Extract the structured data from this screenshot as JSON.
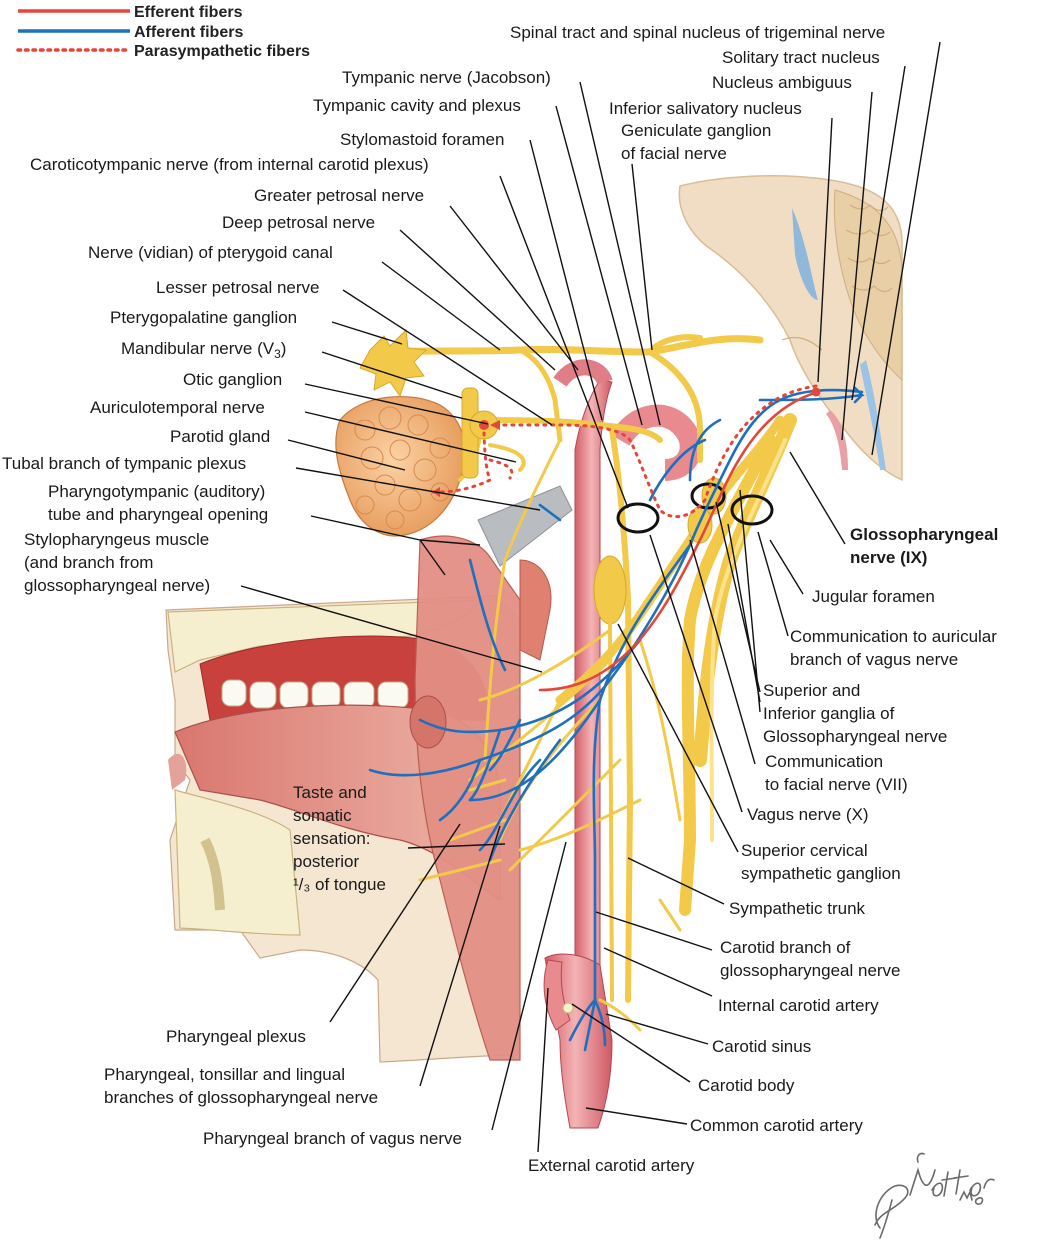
{
  "legend": [
    {
      "label": "Efferent fibers",
      "color": "#e4473a",
      "style": "solid"
    },
    {
      "label": "Afferent fibers",
      "color": "#1f6fbf",
      "style": "solid"
    },
    {
      "label": "Parasympathetic fibers",
      "color": "#e4473a",
      "style": "dotted"
    }
  ],
  "labels": {
    "spinal_trigeminal": "Spinal tract and spinal nucleus of trigeminal nerve",
    "solitary_tract": "Solitary tract nucleus",
    "nucleus_ambiguus": "Nucleus ambiguus",
    "inferior_salivatory": "Inferior salivatory nucleus",
    "geniculate_1": "Geniculate ganglion",
    "geniculate_2": "of facial nerve",
    "tympanic_nerve": "Tympanic nerve (Jacobson)",
    "tympanic_cavity": "Tympanic cavity and plexus",
    "stylomastoid": "Stylomastoid foramen",
    "caroticotympanic": "Caroticotympanic nerve (from internal carotid plexus)",
    "greater_petrosal": "Greater petrosal nerve",
    "deep_petrosal": "Deep petrosal nerve",
    "vidian": "Nerve (vidian) of pterygoid canal",
    "lesser_petrosal": "Lesser petrosal nerve",
    "pterygopalatine": "Pterygopalatine ganglion",
    "mandibular_main": "Mandibular nerve (V",
    "mandibular_sub": "3",
    "mandibular_end": ")",
    "otic": "Otic ganglion",
    "auriculotemporal": "Auriculotemporal nerve",
    "parotid": "Parotid gland",
    "tubal_branch": "Tubal branch of tympanic plexus",
    "pharyngotympanic_1": "Pharyngotympanic (auditory)",
    "pharyngotympanic_2": "tube and pharyngeal opening",
    "stylopharyngeus_1": "Stylopharyngeus muscle",
    "stylopharyngeus_2": "(and branch from",
    "stylopharyngeus_3": "glossopharyngeal nerve)",
    "glossopharyngeal_1": "Glossopharyngeal",
    "glossopharyngeal_2": "nerve (IX)",
    "jugular_foramen": "Jugular foramen",
    "comm_auricular_1": "Communication to auricular",
    "comm_auricular_2": "branch of vagus nerve",
    "sup_inf_ganglia_1": "Superior and",
    "sup_inf_ganglia_2": "Inferior ganglia of",
    "sup_inf_ganglia_3": "Glossopharyngeal nerve",
    "comm_facial_1": "Communication",
    "comm_facial_2": "to facial nerve (VII)",
    "vagus": "Vagus nerve (X)",
    "sup_cervical_1": "Superior cervical",
    "sup_cervical_2": "sympathetic ganglion",
    "taste_1": "Taste and",
    "taste_2": "somatic",
    "taste_3": "sensation:",
    "taste_4": "posterior",
    "taste_5_frac": "¹/₃",
    "taste_5_rest": " of tongue",
    "sympathetic_trunk": "Sympathetic trunk",
    "carotid_branch_1": "Carotid branch of",
    "carotid_branch_2": "glossopharyngeal nerve",
    "internal_carotid": "Internal carotid artery",
    "carotid_sinus": "Carotid sinus",
    "carotid_body": "Carotid body",
    "pharyngeal_plexus": "Pharyngeal plexus",
    "pharyngeal_branches_1": "Pharyngeal, tonsillar and lingual",
    "pharyngeal_branches_2": "branches of glossopharyngeal nerve",
    "common_carotid": "Common carotid artery",
    "pharyngeal_vagus": "Pharyngeal branch of vagus nerve",
    "external_carotid": "External carotid artery"
  },
  "colors": {
    "nerve": "#f3c94a",
    "afferent": "#1f6fbf",
    "efferent": "#e4473a",
    "artery": "#e98a8f",
    "tissue": "#e3a29a",
    "gland": "#f2b77f",
    "brainstem": "#f1ddc3",
    "bone": "#f5efcf"
  }
}
